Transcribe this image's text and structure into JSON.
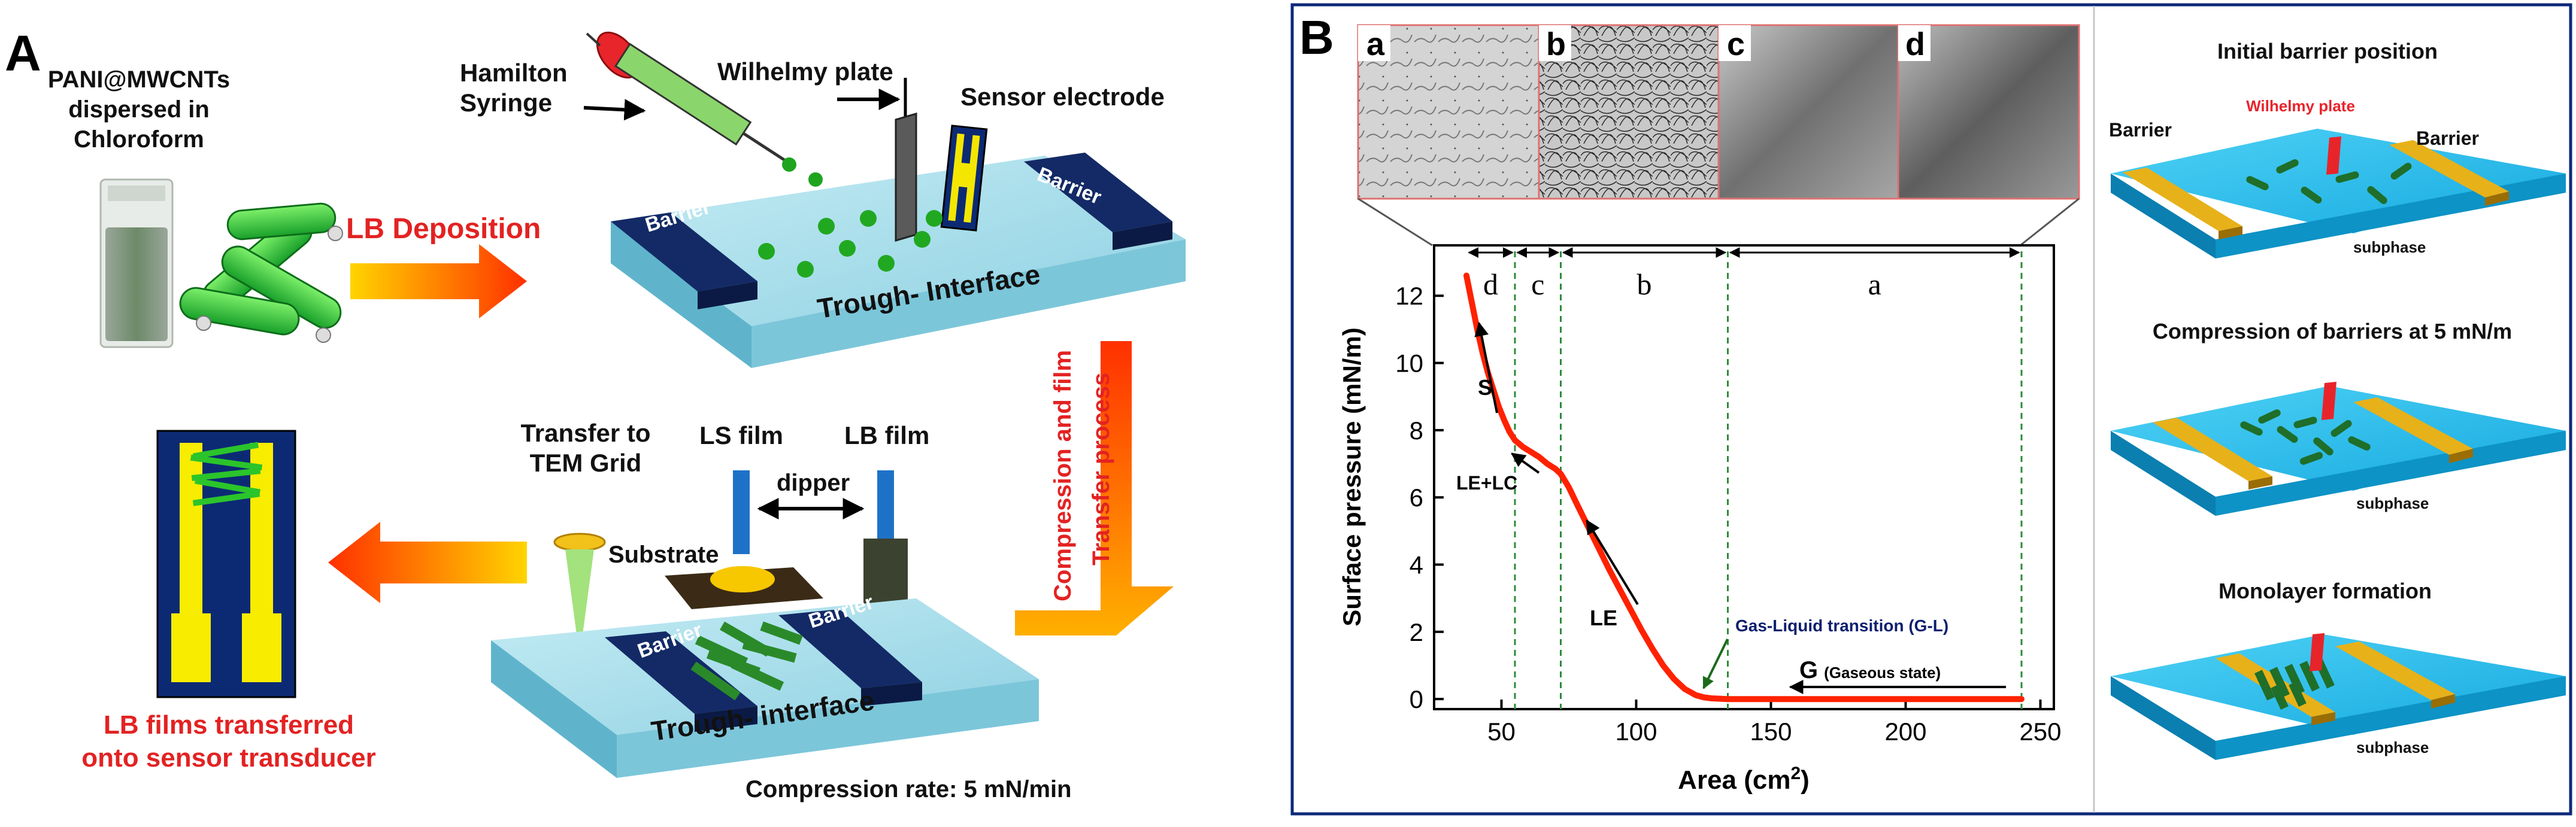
{
  "panel_a": {
    "label": "A",
    "vial_label": [
      "PANI@MWCNTs",
      "dispersed in",
      "Chloroform"
    ],
    "syringe_label": [
      "Hamilton",
      "Syringe"
    ],
    "wilhelmy_label": "Wilhelmy plate",
    "sensor_electrode_label": "Sensor electrode",
    "lb_deposition": "LB Deposition",
    "barrier": "Barrier",
    "trough_top": "Trough- Interface",
    "side_arrow_lines": [
      "Compression and film",
      "Transfer process"
    ],
    "transfer_tem": [
      "Transfer to",
      "TEM Grid"
    ],
    "ls_film": "LS film",
    "lb_film": "LB film",
    "dipper": "dipper",
    "substrate": "Substrate",
    "trough_bottom": "Trough- interface",
    "compression_rate": "Compression rate: 5 mN/min",
    "lb_transferred": [
      "LB films transferred",
      "onto sensor transducer"
    ]
  },
  "panel_b": {
    "label": "B",
    "tem_labels": [
      "a",
      "b",
      "c",
      "d"
    ],
    "region_labels": [
      "d",
      "c",
      "b",
      "a"
    ],
    "phase_labels": {
      "s": "S",
      "lelc": "LE+LC",
      "le": "LE",
      "gl": "Gas-Liquid transition (G-L)",
      "g": "G",
      "g_sub": "(Gaseous state)"
    },
    "right_titles": [
      "Initial barrier position",
      "Compression of barriers at 5 mN/m",
      "Monolayer formation"
    ],
    "barrier": "Barrier",
    "wilhelmy": "Wilhelmy plate",
    "subphase": "subphase"
  },
  "chart_data": {
    "type": "line",
    "xlabel": "Area (cm²)",
    "ylabel": "Surface pressure (mN/m)",
    "xlim": [
      25,
      255
    ],
    "ylim": [
      -0.3,
      13.5
    ],
    "x_ticks": [
      50,
      100,
      150,
      200,
      250
    ],
    "y_ticks": [
      0,
      2,
      4,
      6,
      8,
      10,
      12
    ],
    "region_boundaries": [
      37,
      55,
      72,
      134,
      243
    ],
    "series": [
      {
        "color": "#ff2200",
        "x": [
          37,
          39,
          41,
          43,
          45,
          47,
          49,
          51,
          53,
          55,
          58,
          61,
          64,
          67,
          70,
          72,
          75,
          78,
          82,
          86,
          90,
          94,
          98,
          102,
          106,
          110,
          114,
          118,
          122,
          125,
          128,
          131,
          134,
          138,
          142,
          150,
          160,
          180,
          200,
          220,
          243
        ],
        "y": [
          12.6,
          11.8,
          11.0,
          10.3,
          9.7,
          9.2,
          8.7,
          8.3,
          7.95,
          7.7,
          7.5,
          7.35,
          7.2,
          7.0,
          6.85,
          6.7,
          6.3,
          5.8,
          5.15,
          4.5,
          3.85,
          3.25,
          2.65,
          2.05,
          1.5,
          1.0,
          0.6,
          0.3,
          0.12,
          0.05,
          0.02,
          0.01,
          0.0,
          0.0,
          0.0,
          0.0,
          0.0,
          0.0,
          0.0,
          0.0,
          0.0
        ]
      }
    ]
  }
}
